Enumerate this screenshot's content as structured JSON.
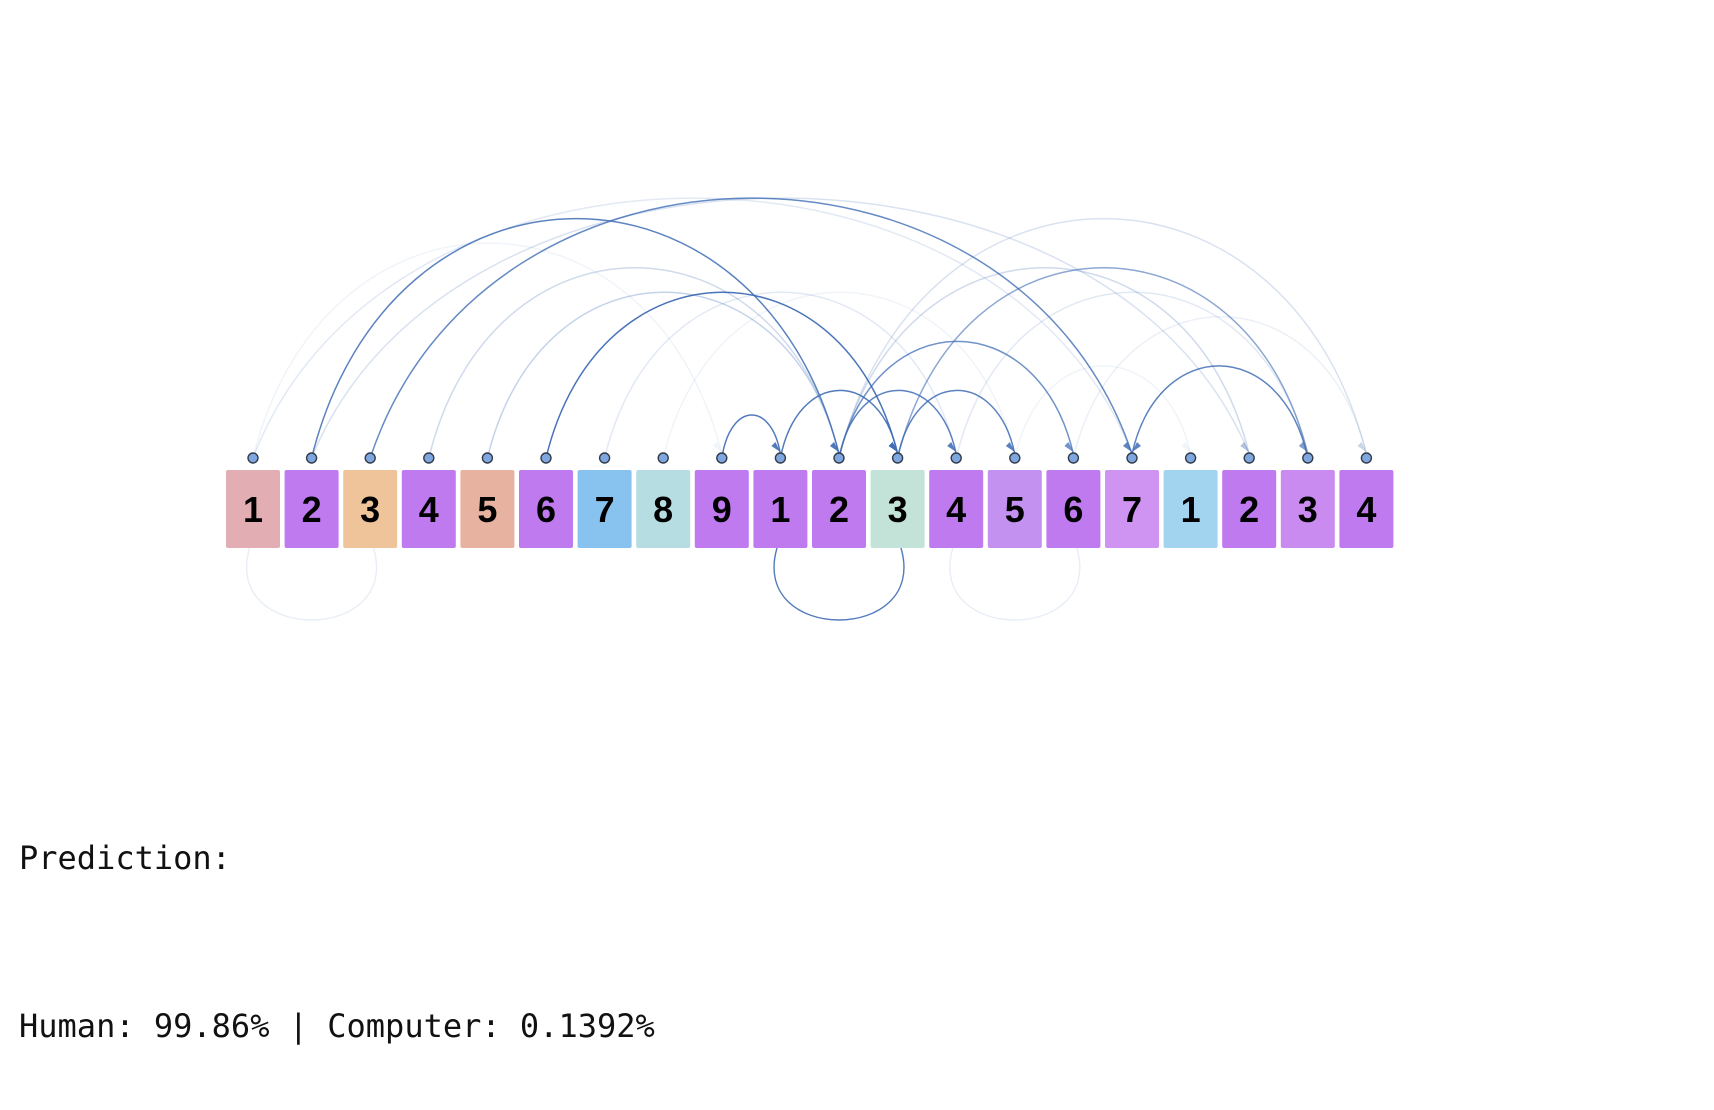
{
  "tokens": [
    "1",
    "2",
    "3",
    "4",
    "5",
    "6",
    "7",
    "8",
    "9",
    "1",
    "2",
    "3",
    "4",
    "5",
    "6",
    "7",
    "1",
    "2",
    "3",
    "4"
  ],
  "token_colors": [
    "#e3aeb3",
    "#c07af0",
    "#f0c49a",
    "#c07af0",
    "#e8b2a0",
    "#c07af0",
    "#88c2ee",
    "#b6dde1",
    "#c07af0",
    "#c07af0",
    "#c07af0",
    "#c4e3d8",
    "#c07af0",
    "#c391ef",
    "#c07af0",
    "#cf93f2",
    "#a3d4ef",
    "#c07af0",
    "#c98bf0",
    "#c07af0"
  ],
  "edge_color": "#3f6db5",
  "node_color": "#7ea7e0",
  "edges": [
    {
      "from": 1,
      "to": 10,
      "weight": 0.85
    },
    {
      "from": 2,
      "to": 15,
      "weight": 0.8
    },
    {
      "from": 5,
      "to": 11,
      "weight": 0.95
    },
    {
      "from": 8,
      "to": 9,
      "weight": 0.9
    },
    {
      "from": 9,
      "to": 11,
      "weight": 0.9
    },
    {
      "from": 10,
      "to": 12,
      "weight": 0.85
    },
    {
      "from": 10,
      "to": 14,
      "weight": 0.75
    },
    {
      "from": 11,
      "to": 13,
      "weight": 0.85
    },
    {
      "from": 11,
      "to": 18,
      "weight": 0.6
    },
    {
      "from": 18,
      "to": 15,
      "weight": 0.85
    },
    {
      "from": 10,
      "to": 17,
      "weight": 0.25
    },
    {
      "from": 10,
      "to": 19,
      "weight": 0.2
    },
    {
      "from": 0,
      "to": 15,
      "weight": 0.15
    },
    {
      "from": 3,
      "to": 10,
      "weight": 0.25
    },
    {
      "from": 4,
      "to": 10,
      "weight": 0.3
    },
    {
      "from": 1,
      "to": 17,
      "weight": 0.2
    },
    {
      "from": 6,
      "to": 12,
      "weight": 0.15
    },
    {
      "from": 0,
      "to": 8,
      "weight": 0.08
    },
    {
      "from": 12,
      "to": 18,
      "weight": 0.15
    },
    {
      "from": 14,
      "to": 19,
      "weight": 0.1
    },
    {
      "from": 7,
      "to": 13,
      "weight": 0.08
    },
    {
      "from": 13,
      "to": 16,
      "weight": 0.08
    }
  ],
  "loops": [
    {
      "node": 10,
      "weight": 0.9
    },
    {
      "node": 1,
      "weight": 0.12
    },
    {
      "node": 13,
      "weight": 0.12
    }
  ],
  "prediction": {
    "label": "Prediction:",
    "result": "Human: 99.86% | Computer: 0.1392%"
  }
}
